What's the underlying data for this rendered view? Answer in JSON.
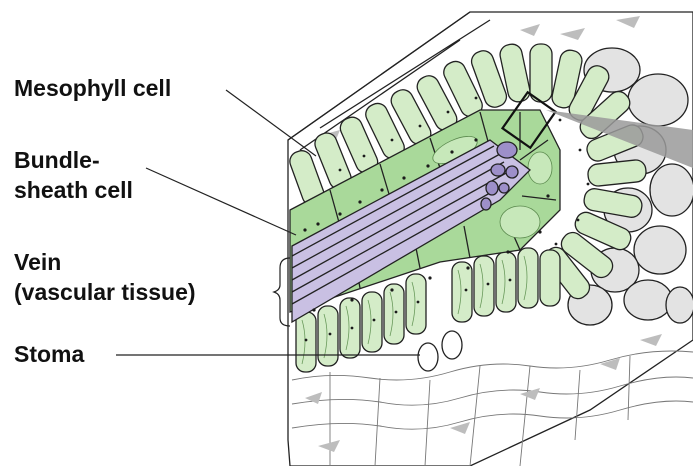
{
  "labels": {
    "mesophyll": "Mesophyll cell",
    "bundle_sheath_1": "Bundle-",
    "bundle_sheath_2": "sheath cell",
    "vein_1": "Vein",
    "vein_2": "(vascular tissue)",
    "stoma": "Stoma"
  },
  "colors": {
    "mesophyll_fill": "#d4ecc8",
    "mesophyll_inner": "#e8f5e0",
    "bundle_sheath_fill": "#a9d99a",
    "vein_fill": "#c9c0e3",
    "vein_dark": "#9d8fc9",
    "epidermis_fill": "#ffffff",
    "spongy_fill": "#e3e3e3",
    "outline": "#222222"
  }
}
